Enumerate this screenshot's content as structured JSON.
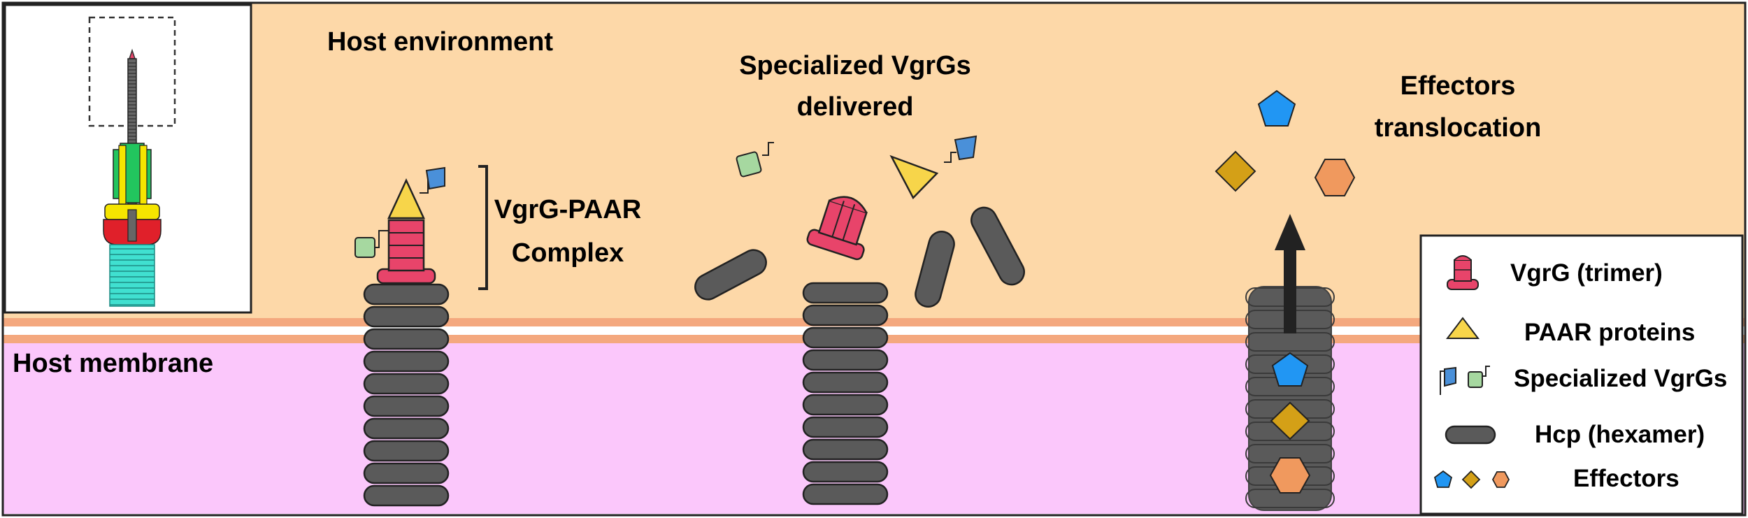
{
  "labels": {
    "host_environment": "Host environment",
    "host_membrane": "Host membrane",
    "vgrg_paar_line1": "VgrG-PAAR",
    "vgrg_paar_line2": "Complex",
    "specialized_line1": "Specialized VgrGs",
    "specialized_line2": "delivered",
    "effectors_line1": "Effectors",
    "effectors_line2": "translocation"
  },
  "legend": {
    "items": [
      {
        "label": "VgrG (trimer)",
        "icon": "vgrg-trimer-icon"
      },
      {
        "label": "PAAR proteins",
        "icon": "paar-triangle-icon"
      },
      {
        "label": "Specialized VgrGs",
        "icon": "specialized-vgrg-flags-icon"
      },
      {
        "label": "Hcp (hexamer)",
        "icon": "hcp-capsule-icon"
      },
      {
        "label": "Effectors",
        "icon": "effector-shapes-icon"
      }
    ]
  },
  "colors": {
    "host_environment": "#fdd8a8",
    "host_membrane": "#fbc7fb",
    "membrane_edge": "#f0a070",
    "vgrg": "#e8446a",
    "paar": "#f7d54a",
    "specialized_blue": "#4a90d9",
    "specialized_green": "#a6d8a0",
    "hcp": "#5a5a5a",
    "effector_blue": "#2196f3",
    "effector_gold": "#d4a017",
    "effector_orange": "#f0995e",
    "inset_green": "#22c55e",
    "inset_yellow": "#f5e500",
    "inset_red": "#e0202a",
    "inset_teal": "#40e0d0"
  }
}
